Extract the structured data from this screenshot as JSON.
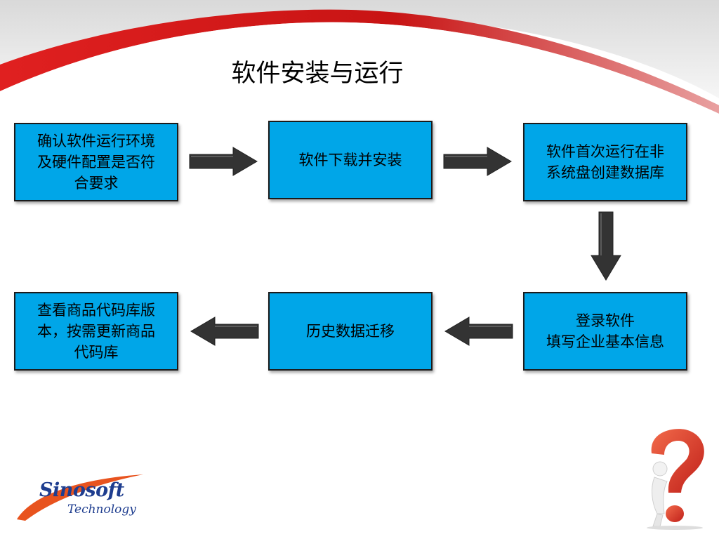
{
  "slide": {
    "title": "软件安装与运行",
    "colors": {
      "box_fill": "#00a6e8",
      "box_border": "#1b1b1b",
      "arrow": "#333333",
      "wave_red": "#d11a1a"
    }
  },
  "flow": {
    "step1": "确认软件运行环境\n及硬件配置是否符\n合要求",
    "step2": "软件下载并安装",
    "step3": "软件首次运行在非\n系统盘创建数据库",
    "step4": "登录软件\n填写企业基本信息",
    "step5": "历史数据迁移",
    "step6": "查看商品代码库版\n本，按需更新商品\n代码库"
  },
  "logo": {
    "brand": "Sinosoft",
    "sub": "Technology"
  },
  "icons": [
    "right-arrow-icon",
    "down-arrow-icon",
    "left-arrow-icon",
    "question-mark-figure-icon"
  ]
}
